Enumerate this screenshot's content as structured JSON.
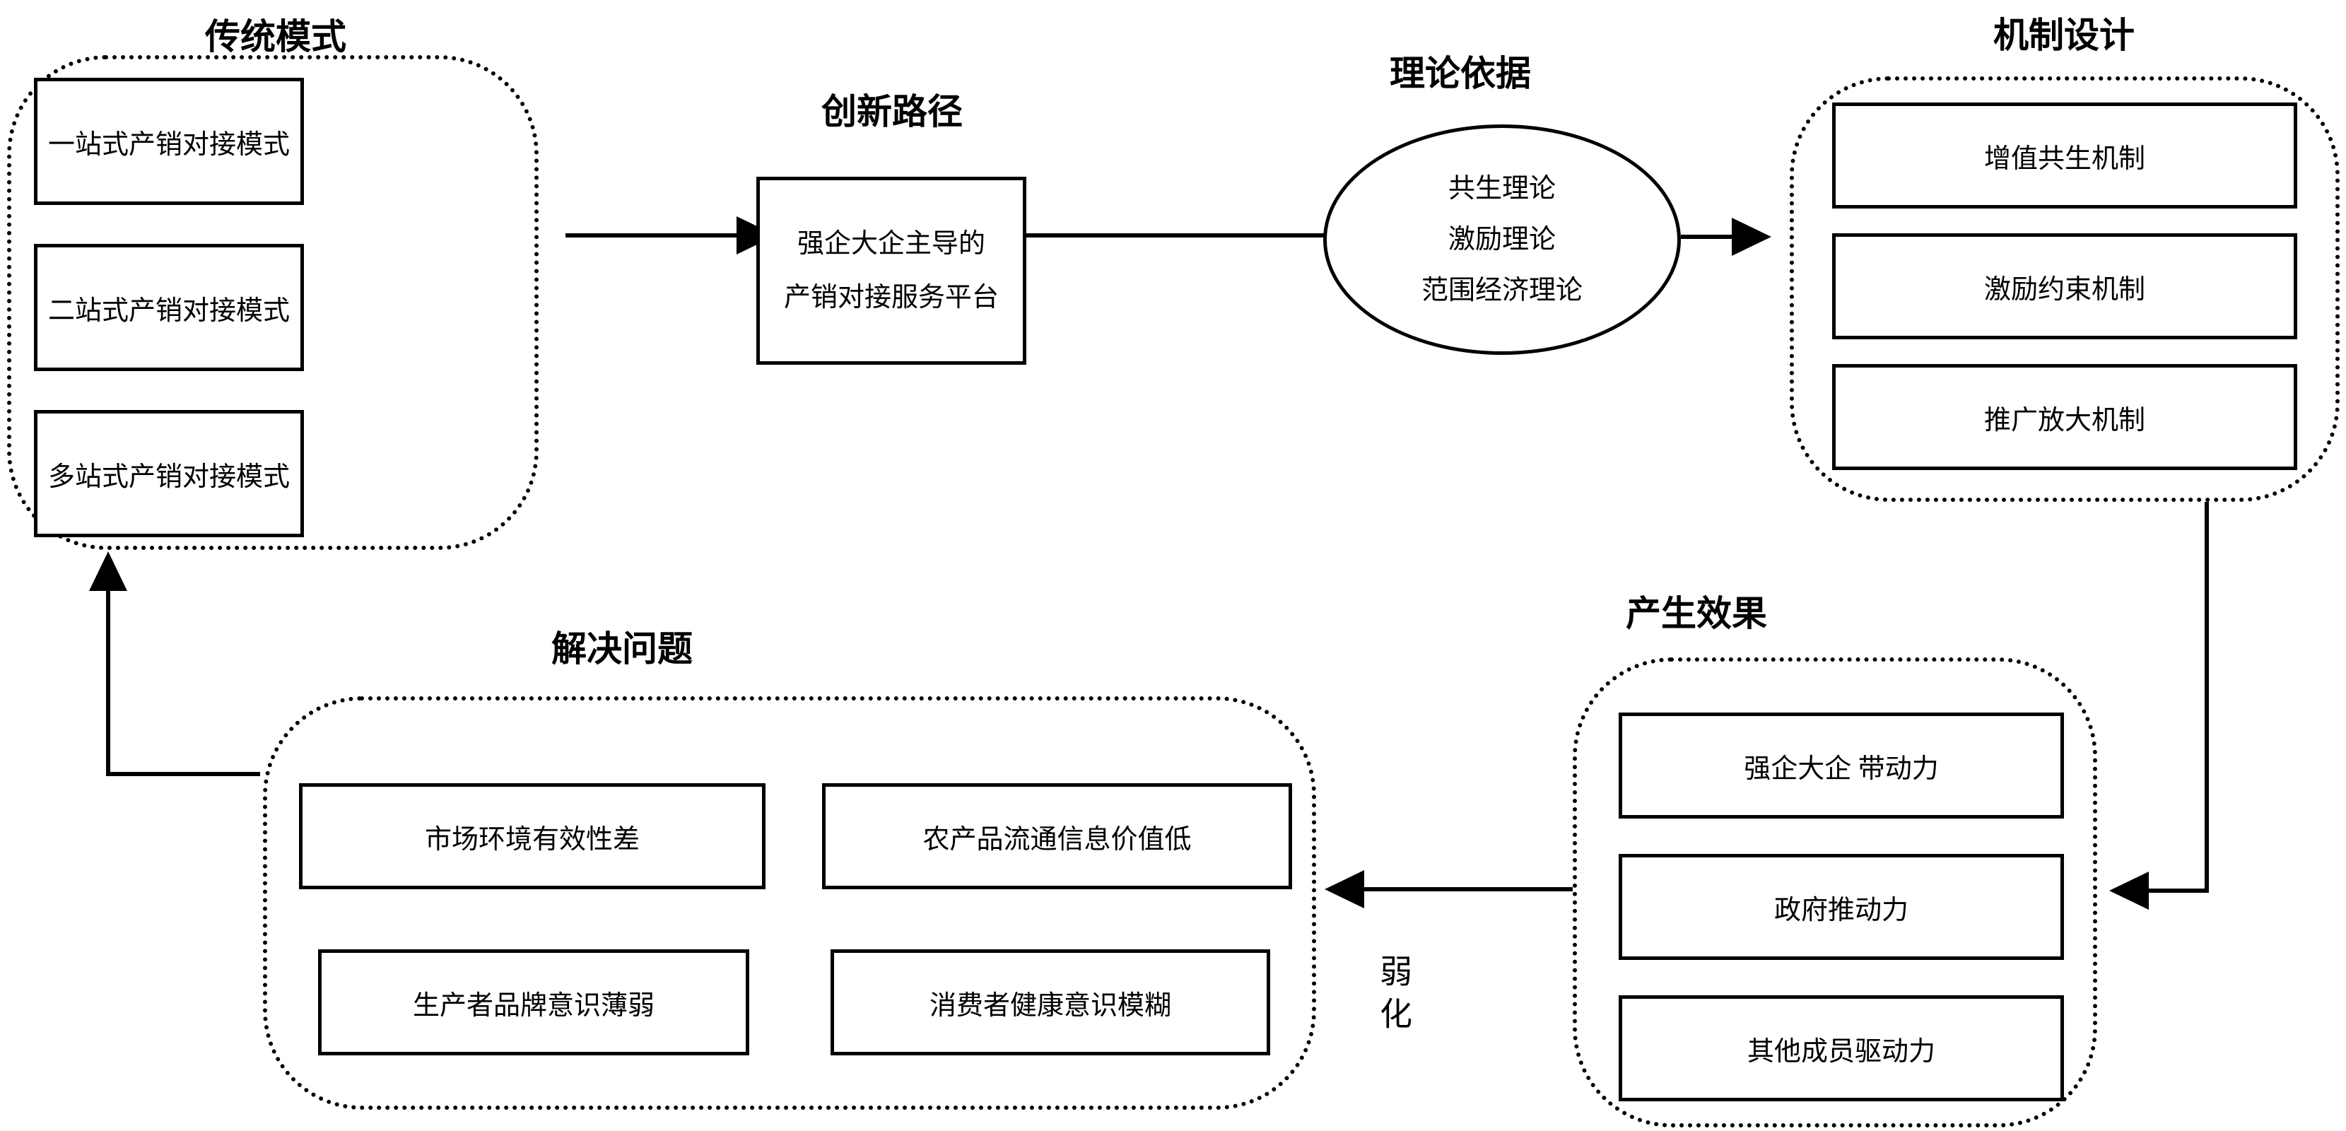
{
  "diagram": {
    "traditional": {
      "title": "传统模式",
      "items": [
        "一站式产销对接模式",
        "二站式产销对接模式",
        "多站式产销对接模式"
      ]
    },
    "innovation": {
      "title": "创新路径",
      "platform": [
        "强企大企主导的",
        "产销对接服务平台"
      ]
    },
    "theory": {
      "title": "理论依据",
      "items": [
        "共生理论",
        "激励理论",
        "范围经济理论"
      ]
    },
    "mechanism": {
      "title": "机制设计",
      "items": [
        "增值共生机制",
        "激励约束机制",
        "推广放大机制"
      ]
    },
    "effects": {
      "title": "产生效果",
      "items": [
        "强企大企 带动力",
        "政府推动力",
        "其他成员驱动力"
      ]
    },
    "problems": {
      "title": "解决问题",
      "items": [
        "市场环境有效性差",
        "农产品流通信息价值低",
        "生产者品牌意识薄弱",
        "消费者健康意识模糊"
      ]
    },
    "labels": {
      "weaken": "弱化"
    },
    "colors": {
      "line": "#000000",
      "background": "#ffffff"
    }
  }
}
